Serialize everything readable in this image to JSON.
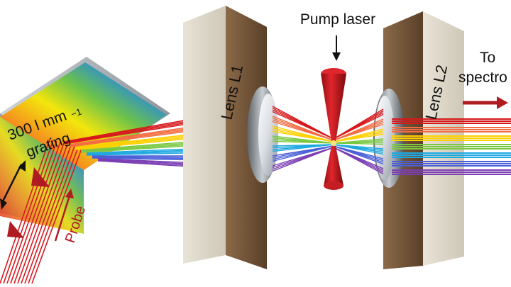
{
  "labels": {
    "pump_laser": "Pump laser",
    "lens_l1": "Lens L1",
    "lens_l2": "Lens L2",
    "grating_line1": "300 l mm",
    "grating_exp": "−1",
    "grating_line2": "grating",
    "probe": "Probe",
    "to_line1": "To",
    "to_line2": "spectro"
  },
  "colors": {
    "spectrum": [
      "#d7191c",
      "#f46d43",
      "#ffd000",
      "#7ac943",
      "#1fa9e1",
      "#4b5fd8",
      "#7b3fb3"
    ],
    "probe_beam": "#d71920",
    "arrow_red": "#b01b22",
    "lens_face": "#d8d2c4",
    "lens_edge": "#7a5a3a",
    "ring": "#9aa0a6"
  }
}
